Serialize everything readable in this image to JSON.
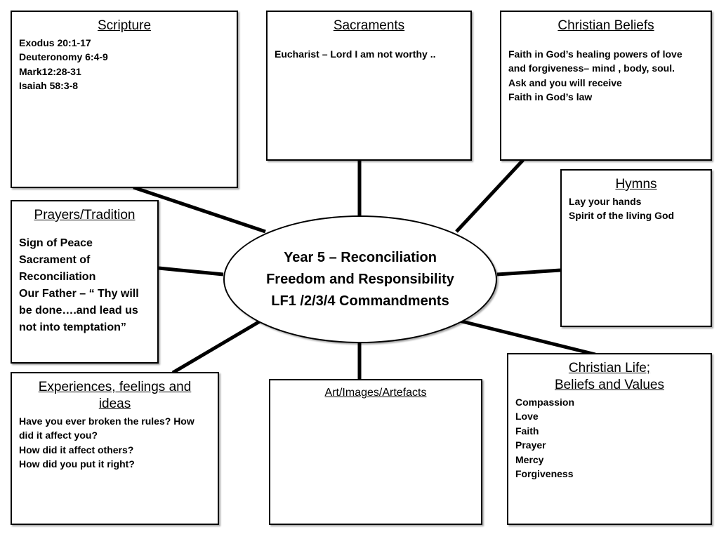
{
  "center": {
    "lines": [
      "Year 5 – Reconciliation",
      "Freedom and Responsibility",
      "LF1 /2/3/4 Commandments"
    ]
  },
  "boxes": {
    "scripture": {
      "title": "Scripture",
      "items": [
        "Exodus 20:1-17",
        "Deuteronomy 6:4-9",
        "Mark12:28-31",
        "Isaiah 58:3-8"
      ]
    },
    "sacraments": {
      "title": "Sacraments",
      "items": [
        "Eucharist – Lord I am not worthy .."
      ]
    },
    "christian_beliefs": {
      "title": "Christian Beliefs",
      "items": [
        "Faith in God’s healing powers  of love",
        "and forgiveness– mind , body, soul.",
        "Ask and you will receive",
        "Faith in God’s law"
      ]
    },
    "hymns": {
      "title": "Hymns",
      "items": [
        "Lay your hands",
        "Spirit of the living God"
      ]
    },
    "prayers_tradition": {
      "title": "Prayers/Tradition",
      "items": [
        "Sign of Peace",
        "Sacrament of",
        "Reconciliation",
        "Our Father – “ Thy will",
        "be done….and lead us",
        "not into temptation”"
      ]
    },
    "experiences": {
      "title_lines": [
        "Experiences, feelings and",
        "ideas"
      ],
      "items": [
        "Have you ever broken the rules? How",
        "did it affect you?",
        "How did it affect others?",
        "How did you put it right?"
      ]
    },
    "art": {
      "title": "Art/Images/Artefacts",
      "items": []
    },
    "christian_life": {
      "title_lines": [
        "Christian Life;",
        "Beliefs and Values"
      ],
      "items": [
        "Compassion",
        "Love",
        "Faith",
        "Prayer",
        "Mercy",
        "Forgiveness"
      ]
    }
  }
}
